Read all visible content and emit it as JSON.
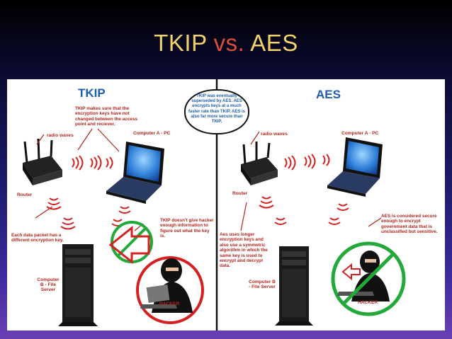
{
  "slide": {
    "title_left": "TKIP",
    "title_mid": "vs.",
    "title_right": "AES"
  },
  "diagram": {
    "tkip": {
      "heading": "TKIP",
      "note": "TKIP makes sure that the encryption keys have not changed between the access point and reciever.",
      "radio_label": "radio waves",
      "computer_a": "Computer A - PC",
      "router": "Router",
      "packet_note": "Each data packet has a different encryption key.",
      "hacker_note": "TKIP doesn't give hacker enough information to figure out what the key is.",
      "computer_b": "Computer B - File Server",
      "hacker": "HACKER"
    },
    "aes": {
      "heading": "AES",
      "radio_label": "radio waves",
      "computer_a": "Computer A - PC",
      "router": "Router",
      "aes_note": "Aes uses longer encryption keys and also use a symmetric algorithm in which the same key is used to encrypt and decrypt data.",
      "secure_note": "AES is considered secure enough to encrypt government data that is unclassified but sensitive.",
      "computer_b": "Computer B - File Server",
      "hacker": "HACKER"
    },
    "center_note": "TKIP was eventually superseded by AES. AES encrypts keys at a much faster rate than TKIP. AES is also far more secure than TKIP."
  }
}
